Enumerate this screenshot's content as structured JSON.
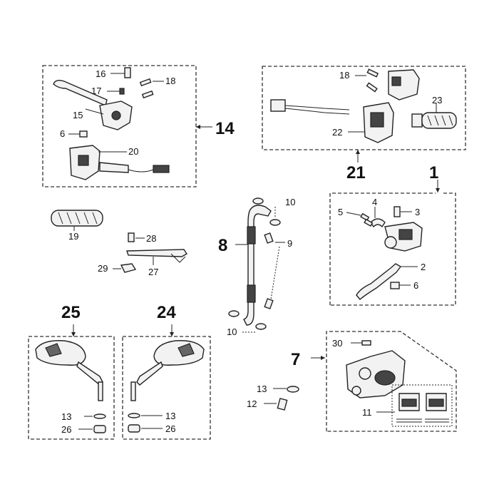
{
  "groups": {
    "g14": "14",
    "g21": "21",
    "g1": "1",
    "g8": "8",
    "g7": "7",
    "g25": "25",
    "g24": "24"
  },
  "callouts": {
    "c16": "16",
    "c17": "17",
    "c18a": "18",
    "c15": "15",
    "c6a": "6",
    "c20": "20",
    "c18b": "18",
    "c23": "23",
    "c22": "22",
    "c19": "19",
    "c28": "28",
    "c29": "29",
    "c27": "27",
    "c10a": "10",
    "c9": "9",
    "c10b": "10",
    "c4": "4",
    "c5": "5",
    "c3": "3",
    "c2": "2",
    "c6b": "6",
    "c30": "30",
    "c13a": "13",
    "c12": "12",
    "c11": "11",
    "c13b": "13",
    "c26a": "26",
    "c13c": "13",
    "c26b": "26"
  }
}
